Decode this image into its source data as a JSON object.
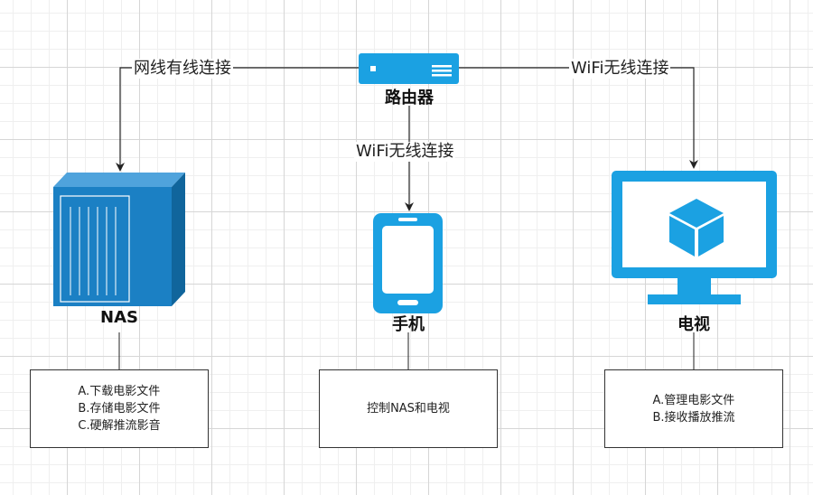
{
  "nodes": {
    "router": {
      "label": "路由器",
      "color": "#1ba1e2"
    },
    "nas": {
      "label": "NAS",
      "color": "#1b80c4"
    },
    "phone": {
      "label": "手机",
      "color": "#1ba1e2"
    },
    "tv": {
      "label": "电视",
      "color": "#1ba1e2"
    }
  },
  "edges": {
    "router_to_nas": "网线有线连接",
    "router_to_phone": "WiFi无线连接",
    "router_to_tv": "WiFi无线连接"
  },
  "notes": {
    "nas": [
      "A.下载电影文件",
      "B.存储电影文件",
      "C.硬解推流影音"
    ],
    "phone": [
      "控制NAS和电视"
    ],
    "tv": [
      "A.管理电影文件",
      "B.接收播放推流"
    ]
  }
}
